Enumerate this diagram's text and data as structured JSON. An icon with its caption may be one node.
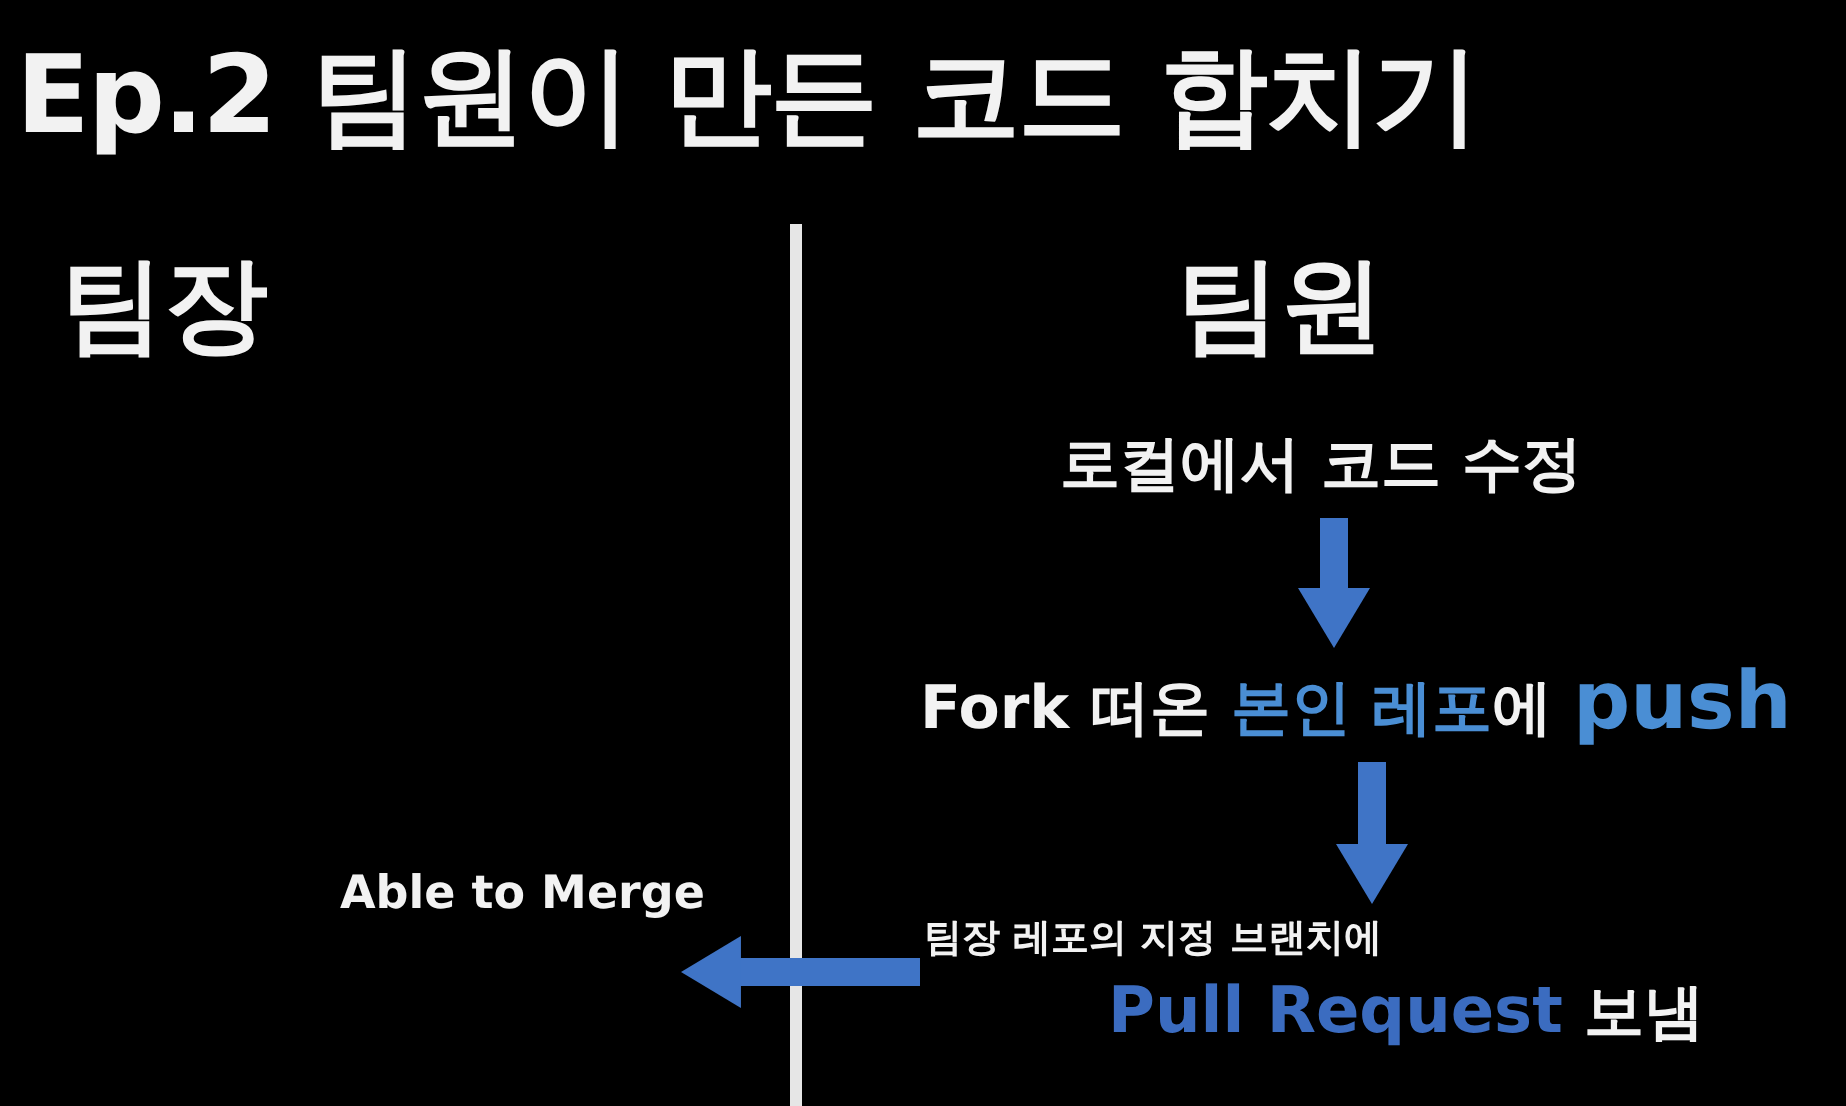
{
  "diagram": {
    "title": "Ep.2 팀원이 만든 코드 합치기",
    "nodes": [
      {
        "text": [
          "로컬에서 코드 수정"
        ]
      },
      {
        "text": [
          "Fork 떠온 **본인 레포**에 **push**"
        ]
      },
      {
        "text": [
          "팀장 레포의 지정 브랜치에",
          "**Pull Request** 보냄"
        ]
      },
      {
        "text": [
          "Able to Merge"
        ]
      }
    ],
    "edges": [
      {
        "from": 0,
        "to": 1,
        "arrow": "to"
      },
      {
        "from": 1,
        "to": 2,
        "arrow": "to"
      },
      {
        "from": 2,
        "to": 3,
        "arrow": "to"
      }
    ],
    "labels": [
      "팀장",
      "팀원"
    ]
  }
}
